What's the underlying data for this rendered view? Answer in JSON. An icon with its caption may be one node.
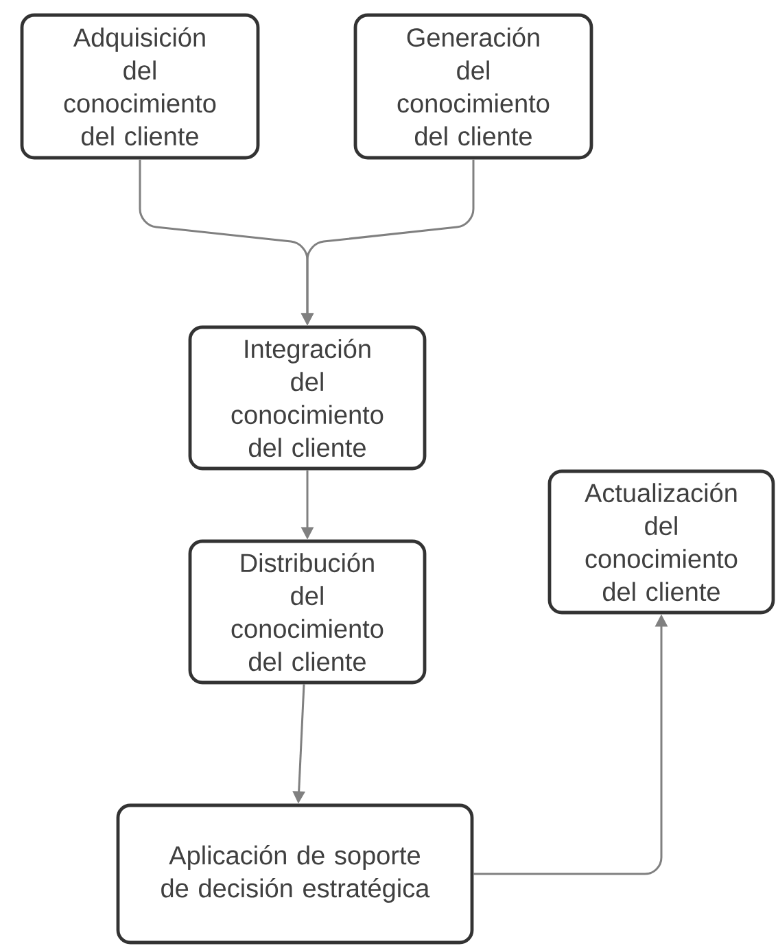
{
  "diagram": {
    "nodes": [
      {
        "text": [
          "Adquisición del conocimiento del cliente"
        ]
      },
      {
        "text": [
          "Generación del conocimiento del cliente"
        ]
      },
      {
        "text": [
          "Integración del conocimiento del cliente"
        ]
      },
      {
        "text": [
          "Distribución del conocimiento del cliente"
        ]
      },
      {
        "text": [
          "Aplicación de soporte de decisión estratégica"
        ]
      },
      {
        "text": [
          "Actualización del conocimiento del cliente"
        ]
      }
    ],
    "edges": [
      {
        "from": 0,
        "to": 2,
        "arrow": "to"
      },
      {
        "from": 1,
        "to": 2,
        "arrow": "to"
      },
      {
        "from": 2,
        "to": 3,
        "arrow": "to"
      },
      {
        "from": 3,
        "to": 4,
        "arrow": "to"
      },
      {
        "from": 4,
        "to": 5,
        "arrow": "to"
      }
    ]
  }
}
